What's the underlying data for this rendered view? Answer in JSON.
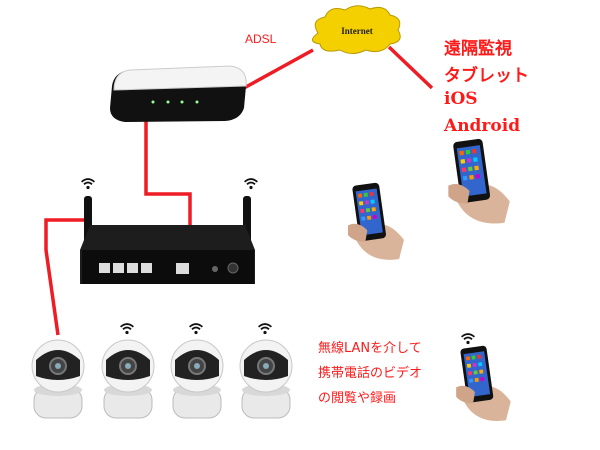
{
  "labels": {
    "adsl": "ADSL",
    "internet": "Internet",
    "remote_monitoring": [
      "遠隔監視",
      "タブレット",
      "iOS",
      "Android"
    ],
    "wlan_caption": [
      "無線LANを介して",
      "携帯電話のビデオ",
      "の閲覧や録画"
    ]
  },
  "colors": {
    "link": "#ee1c24",
    "cloud": "#f5d000",
    "text": "#ff1a1a"
  },
  "devices": {
    "cameras": 4,
    "phones": 3
  }
}
